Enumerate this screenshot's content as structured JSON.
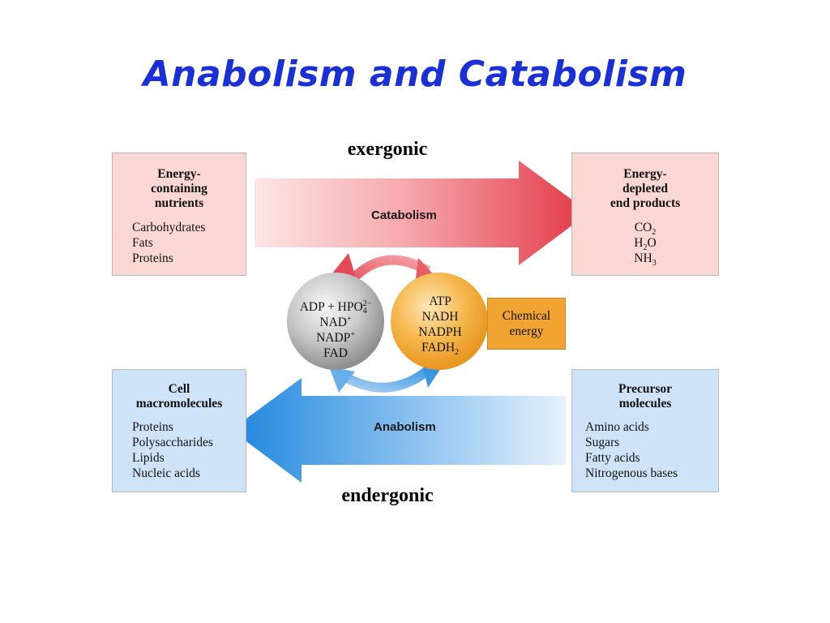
{
  "title": "Anabolism and Catabolism",
  "labels": {
    "top": "exergonic",
    "bottom": "endergonic"
  },
  "catabolism": "Catabolism",
  "anabolism": "Anabolism",
  "nutrients": {
    "heading": [
      "Energy-",
      "containing",
      "nutrients"
    ],
    "items": [
      "Carbohydrates",
      "Fats",
      "Proteins"
    ]
  },
  "end_products": {
    "heading": [
      "Energy-",
      "depleted",
      "end products"
    ],
    "items": [
      {
        "base": "CO",
        "sub": "2",
        "rest": ""
      },
      {
        "base": "H",
        "sub": "2",
        "rest": "O"
      },
      {
        "base": "NH",
        "sub": "3",
        "rest": ""
      }
    ]
  },
  "macromolecules": {
    "heading": [
      "Cell",
      "macromolecules"
    ],
    "items": [
      "Proteins",
      "Polysaccharides",
      "Lipids",
      "Nucleic acids"
    ]
  },
  "precursors": {
    "heading": [
      "Precursor",
      "molecules"
    ],
    "items": [
      "Amino acids",
      "Sugars",
      "Fatty acids",
      "Nitrogenous bases"
    ]
  },
  "gray_circle": {
    "line1": {
      "base": "ADP + HPO",
      "sup": "2−",
      "sub": "4"
    },
    "line2": {
      "base": "NAD",
      "sup": "+"
    },
    "line3": {
      "base": "NADP",
      "sup": "+"
    },
    "line4": "FAD"
  },
  "orange_circle": {
    "line1": "ATP",
    "line2": "NADH",
    "line3": "NADPH",
    "line4": {
      "base": "FADH",
      "sub": "2"
    }
  },
  "chemical_energy": [
    "Chemical",
    "energy"
  ],
  "colors": {
    "title": "#1a2fd6",
    "catabolism_arrow": "#e8404c",
    "anabolism_arrow": "#2a8ee0",
    "pink_box": "#fbd7d4",
    "blue_box": "#cfe3f8",
    "orange": "#f2a432",
    "gray": "#a9a9a9"
  }
}
